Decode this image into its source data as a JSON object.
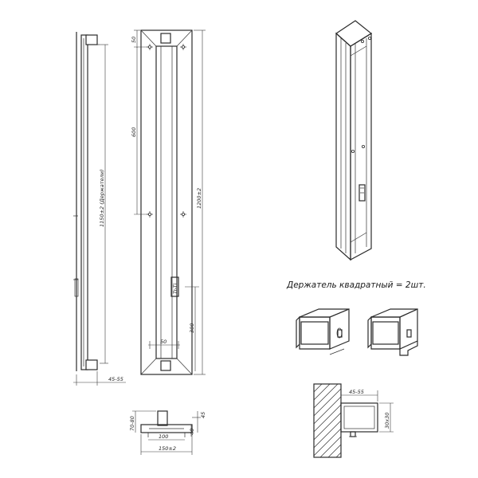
{
  "side_view": {
    "dim_height": "1150±2 (Держатели)",
    "dim_offset": "45-55"
  },
  "front_view": {
    "dim_top": "50",
    "dim_600": "600",
    "dim_total": "1200±2",
    "dim_bottom_300": "300",
    "dim_width_inner": "50",
    "label_plate": "Tr-Ti"
  },
  "bottom_view": {
    "dim_70_80": "70-80",
    "dim_40": "40",
    "dim_45": "45",
    "dim_100": "100",
    "dim_150": "150±2"
  },
  "holder": {
    "caption": "Держатель квадратный = 2шт.",
    "dim_45_55": "45-55",
    "dim_30x30": "30x30"
  }
}
